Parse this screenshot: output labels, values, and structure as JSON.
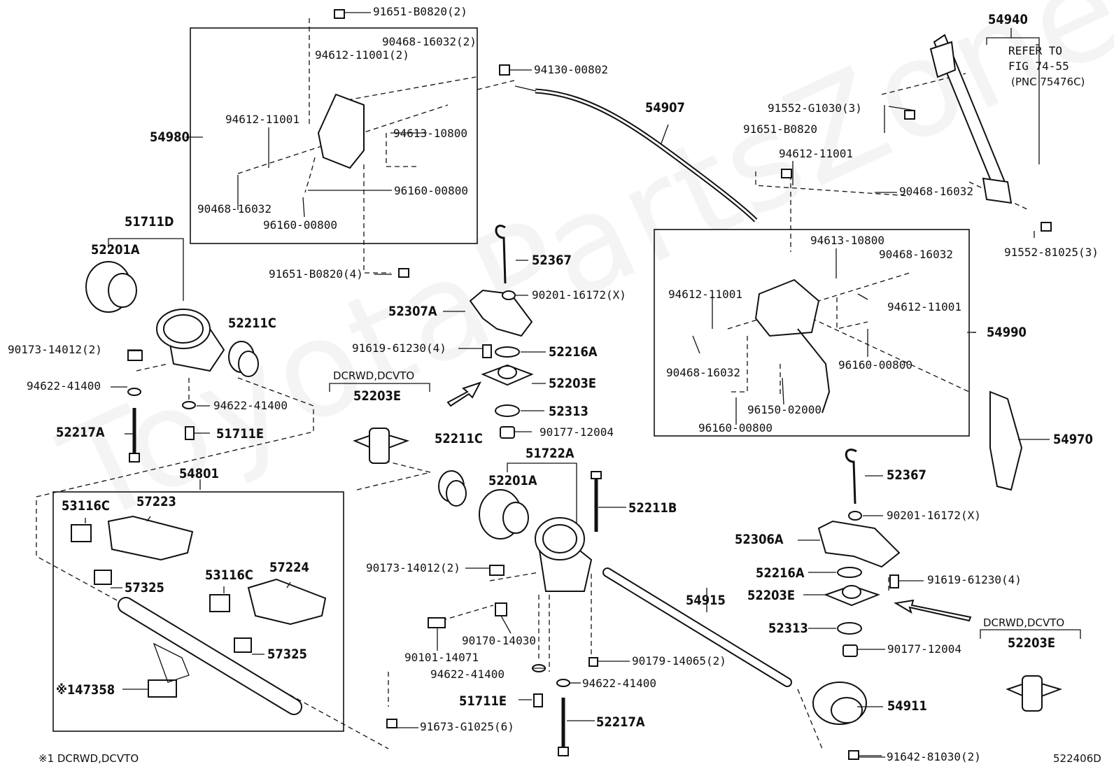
{
  "watermark": "ToyotaPartsZone",
  "footnote": "※1 DCRWD,DCVTO",
  "figure_id": "522406D",
  "refer_note": {
    "line1": "REFER TO",
    "line2": "FIG 74-55",
    "line3": "(PNC 75476C)"
  },
  "labels": {
    "p91651_b0820_2": "91651-B0820(2)",
    "p90468_16032_2": "90468-16032(2)",
    "p94612_11001_2": "94612-11001(2)",
    "p94130_00802": "94130-00802",
    "p54907": "54907",
    "p54940": "54940",
    "p91552_g1030_3": "91552-G1030(3)",
    "p91651_b0820": "91651-B0820",
    "p94612_11001_r": "94612-11001",
    "p90468_16032_r": "90468-16032",
    "p54980": "54980",
    "p94612_11001_l": "94612-11001",
    "p94613_10800_l": "94613-10800",
    "p90468_16032_l": "90468-16032",
    "p96160_00800_l1": "96160-00800",
    "p96160_00800_l2": "96160-00800",
    "p91551_b0820_4": "91651-B0820(4)",
    "p51711d": "51711D",
    "p52201a_l": "52201A",
    "p52211c_l": "52211C",
    "p90173_14012_l": "90173-14012(2)",
    "p94622_41400_l1": "94622-41400",
    "p94622_41400_l2": "94622-41400",
    "p52217a_l": "52217A",
    "p51711e_l": "51711E",
    "p52367_c": "52367",
    "p90201_16172_c": "90201-16172(X)",
    "p52307a": "52307A",
    "p91619_61230_c": "91619-61230(4)",
    "p52216a_c": "52216A",
    "p52203e_c": "52203E",
    "p52313_c": "52313",
    "p90177_12004_c": "90177-12004",
    "p_dcrwd_c": "DCRWD,DCVTO",
    "p52203e_alt_c": "52203E",
    "p94613_10800_r": "94613-10800",
    "p90468_16032_r2": "90468-16032",
    "p94612_11001_r2": "94612-11001",
    "p94612_11001_r3": "94612-11001",
    "p54990": "54990",
    "p90468_16032_r3": "90468-16032",
    "p96160_00800_r": "96160-00800",
    "p96150_02000": "96150-02000",
    "p96160_00800_r2": "96160-00800",
    "p54970": "54970",
    "p91552_81025_3": "91552-81025(3)",
    "p54801": "54801",
    "p53116c_1": "53116C",
    "p57223": "57223",
    "p57325_1": "57325",
    "p53116c_2": "53116C",
    "p57224": "57224",
    "p57325_2": "57325",
    "p147358": "※147358",
    "p91673_g1025": "91673-G1025(6)",
    "p52211c_m": "52211C",
    "p51722a": "51722A",
    "p52201a_m": "52201A",
    "p52211b": "52211B",
    "p90173_14012_m": "90173-14012(2)",
    "p90170_14030": "90170-14030",
    "p90101_14071": "90101-14071",
    "p94622_41400_m1": "94622-41400",
    "p94622_41400_m2": "94622-41400",
    "p90179_14065": "90179-14065(2)",
    "p51711e_m": "51711E",
    "p52217a_m": "52217A",
    "p54915": "54915",
    "p54911": "54911",
    "p91642_81030": "91642-81030(2)",
    "p52367_r": "52367",
    "p90201_16172_r": "90201-16172(X)",
    "p52306a": "52306A",
    "p52216a_r": "52216A",
    "p91619_61230_r": "91619-61230(4)",
    "p52203e_r": "52203E",
    "p52313_r": "52313",
    "p90177_12004_r": "90177-12004",
    "p_dcrwd_r": "DCRWD,DCVTO",
    "p52203e_alt_r": "52203E"
  }
}
